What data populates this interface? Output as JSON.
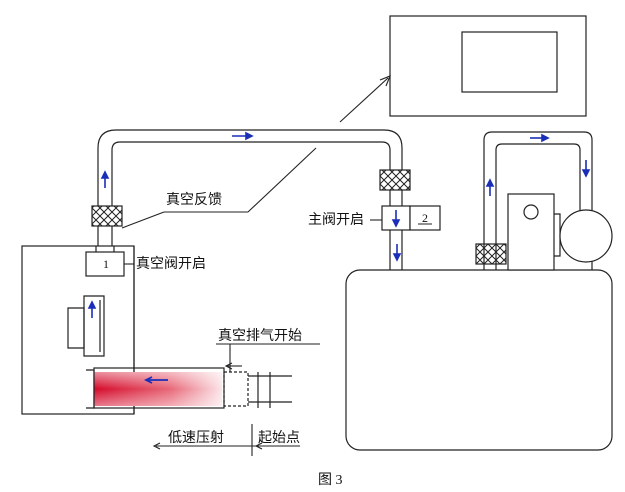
{
  "labels": {
    "vacuum_feedback": "真空反馈",
    "vacuum_valve_open": "真空阀开启",
    "main_valve_open": "主阀开启",
    "vacuum_exhaust_start": "真空排气开始",
    "low_speed_injection": "低速压射",
    "start_point": "起始点",
    "valve_1": "1",
    "valve_2": "2"
  },
  "caption": "图 3",
  "colors": {
    "line": "#222222",
    "pipe_arrow": "#1a2fb8",
    "metal_red": "#c8102e"
  }
}
